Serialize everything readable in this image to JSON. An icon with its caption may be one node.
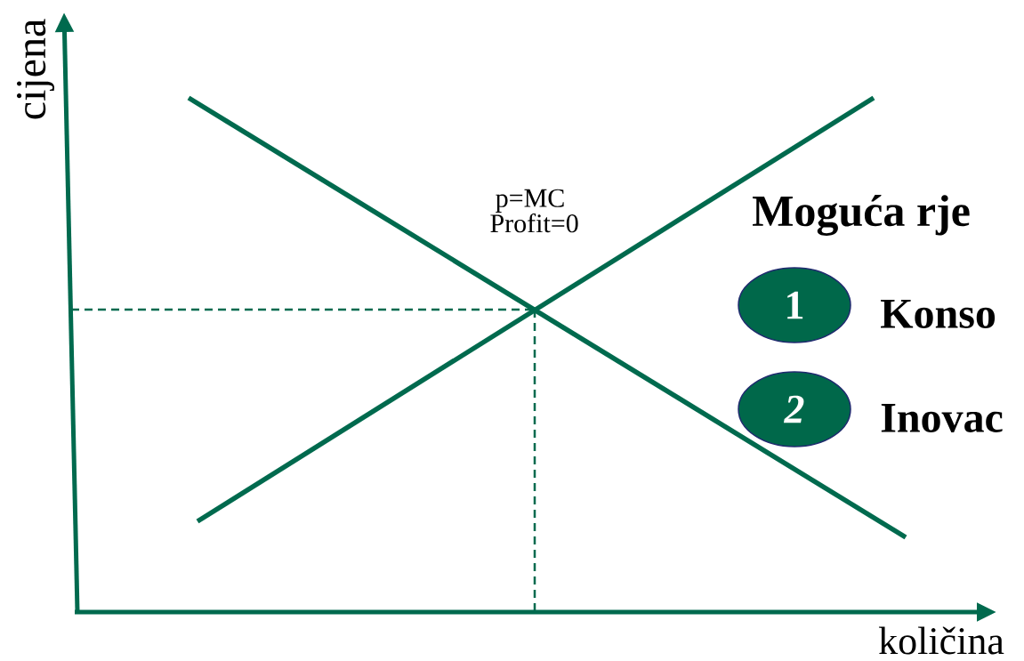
{
  "diagram": {
    "nodes": [
      {
        "text": [
          "1"
        ],
        "beside": [
          "Konso"
        ]
      },
      {
        "text": [
          "2"
        ],
        "beside": [
          "Inovac"
        ]
      }
    ],
    "labels": [
      "cijena",
      "količina",
      "p=MC Profit=0",
      "Moguća rje"
    ]
  }
}
